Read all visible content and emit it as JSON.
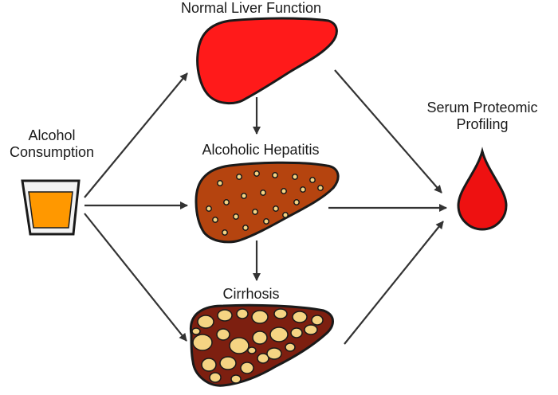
{
  "labels": {
    "normal": "Normal Liver Function",
    "hepatitis": "Alcoholic Hepatitis",
    "cirrhosis": "Cirrhosis",
    "alcohol": [
      "Alcohol",
      "Consumption"
    ],
    "serum": [
      "Serum Proteomic",
      "Profiling"
    ]
  },
  "colors": {
    "liver_normal": "#ff1a1a",
    "liver_hepatitis": "#b5440f",
    "liver_cirrhosis": "#7d1f10",
    "nodule": "#f5d483",
    "drink": "#ff9800",
    "blood": "#ee1111",
    "arrow": "#333333"
  },
  "icons": [
    "glass-icon",
    "liver-icon",
    "blood-drop-icon"
  ]
}
